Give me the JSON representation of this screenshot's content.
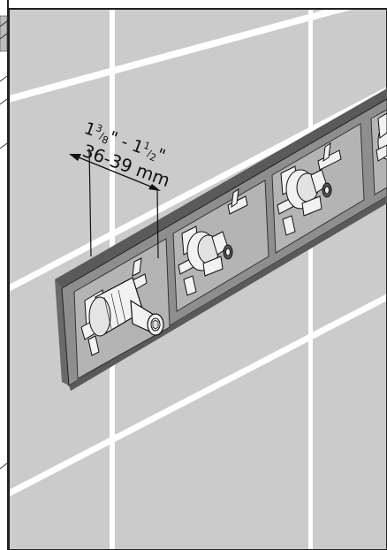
{
  "dimension": {
    "imperial_whole": "1",
    "imperial_frac_num": "3",
    "imperial_frac_den": "8",
    "imperial_sep": "\" - ",
    "imperial_whole2": "1",
    "imperial_frac2_num": "1",
    "imperial_frac2_den": "2",
    "imperial_close": "\"",
    "metric": "36-39 mm"
  },
  "colors": {
    "wall": "#cbcbcb",
    "tile_joint": "#ffffff",
    "frame_face": "#8e8e8e",
    "frame_edge": "#5a5a5a",
    "recess": "#b4b4b4",
    "line": "#111111",
    "metal": "#f2f2f2"
  },
  "icons": [
    "dimension-arrow-icon",
    "valve-cartridge-icon",
    "mounting-bracket-icon"
  ]
}
